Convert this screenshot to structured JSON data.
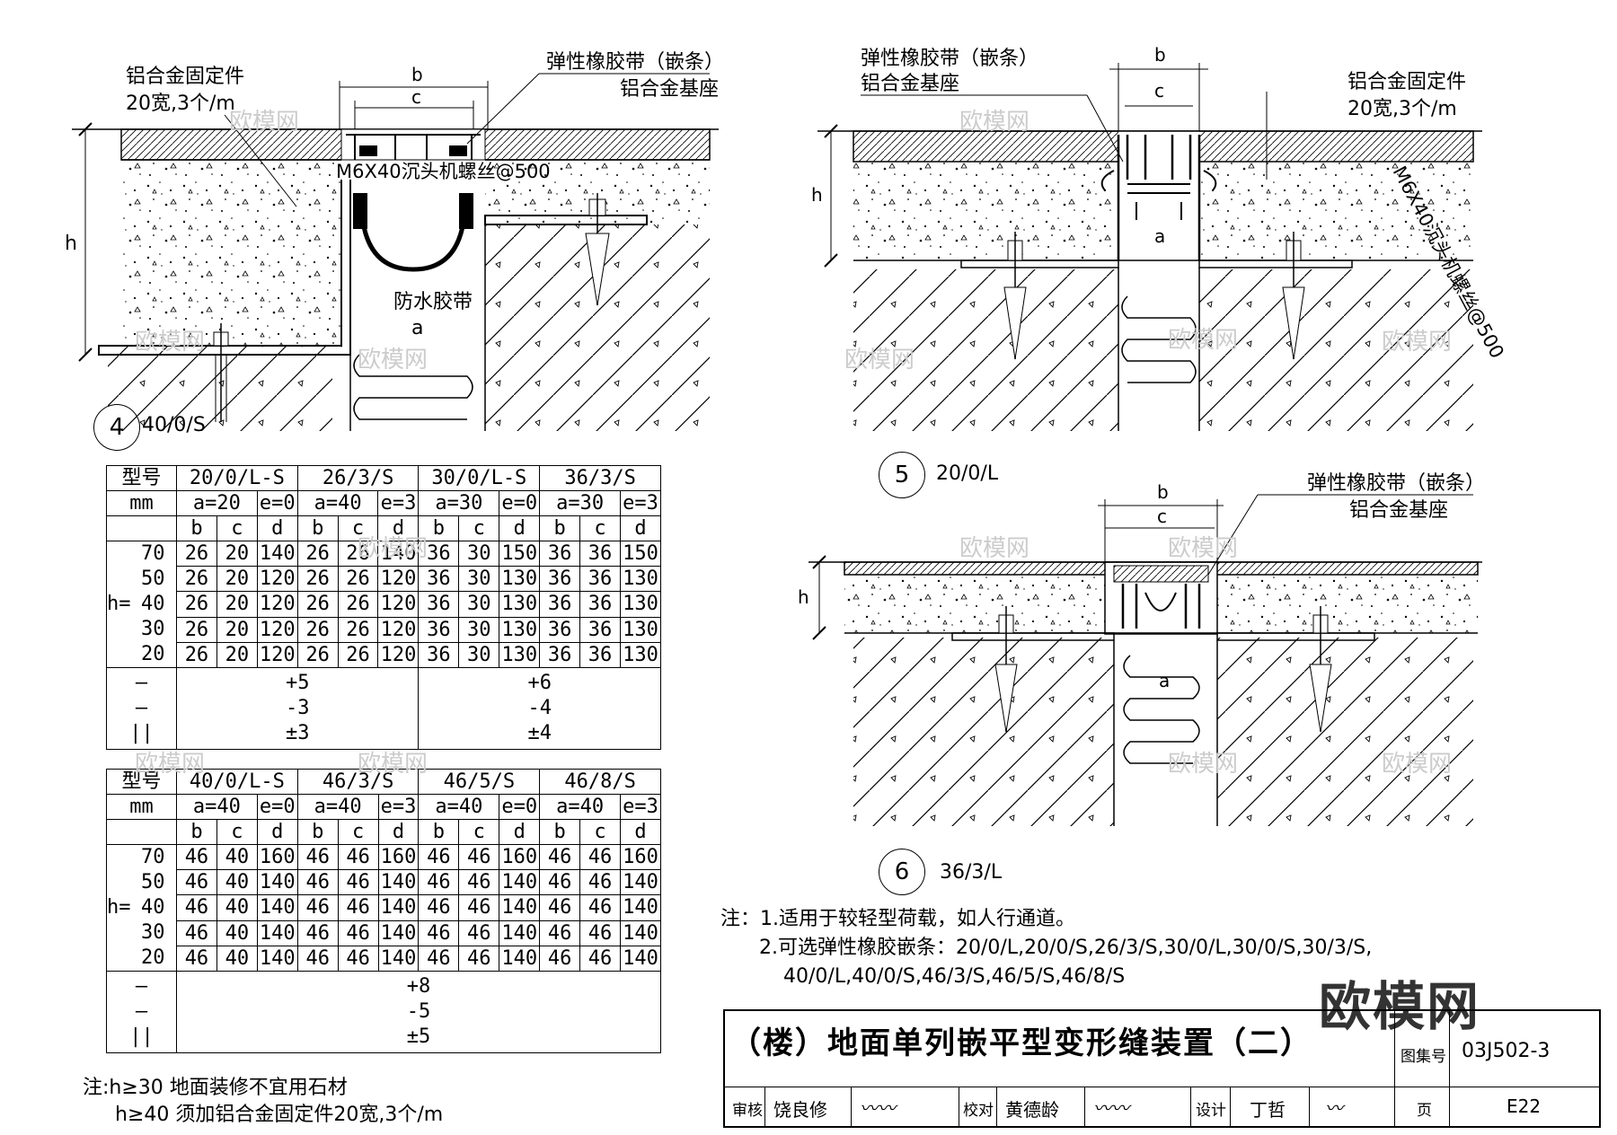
{
  "details": {
    "d4": {
      "num": "4",
      "model": "40/0/S"
    },
    "d5": {
      "num": "5",
      "model": "20/0/L"
    },
    "d6": {
      "num": "6",
      "model": "36/3/L"
    }
  },
  "labels": {
    "fixing_piece": "铝合金固定件",
    "fixing_spec": "20宽,3个/m",
    "rubber_strip": "弹性橡胶带（嵌条）",
    "alu_base": "铝合金基座",
    "screw": "M6X40沉头机螺丝@500",
    "waterproof": "防水胶带",
    "dim_b": "b",
    "dim_c": "c",
    "dim_h": "h",
    "dim_a": "a"
  },
  "table1": {
    "head_model": "型号",
    "head_mm": "mm",
    "models": [
      "20/0/L-S",
      "26/3/S",
      "30/0/L-S",
      "36/3/S"
    ],
    "params": [
      [
        "a=20",
        "e=0"
      ],
      [
        "a=40",
        "e=3"
      ],
      [
        "a=30",
        "e=0"
      ],
      [
        "a=30",
        "e=3"
      ]
    ],
    "cols": [
      "b",
      "c",
      "d"
    ],
    "h_label": "h=",
    "rows": [
      {
        "h": "70",
        "v": [
          "26",
          "20",
          "140",
          "26",
          "26",
          "140",
          "36",
          "30",
          "150",
          "36",
          "36",
          "150"
        ]
      },
      {
        "h": "50",
        "v": [
          "26",
          "20",
          "120",
          "26",
          "26",
          "120",
          "36",
          "30",
          "130",
          "36",
          "36",
          "130"
        ]
      },
      {
        "h": "40",
        "v": [
          "26",
          "20",
          "120",
          "26",
          "26",
          "120",
          "36",
          "30",
          "130",
          "36",
          "36",
          "130"
        ]
      },
      {
        "h": "30",
        "v": [
          "26",
          "20",
          "120",
          "26",
          "26",
          "120",
          "36",
          "30",
          "130",
          "36",
          "36",
          "130"
        ]
      },
      {
        "h": "20",
        "v": [
          "26",
          "20",
          "120",
          "26",
          "26",
          "120",
          "36",
          "30",
          "130",
          "36",
          "36",
          "130"
        ]
      }
    ],
    "tol_left": [
      "+5",
      "-3",
      "±3"
    ],
    "tol_right": [
      "+6",
      "-4",
      "±4"
    ]
  },
  "table2": {
    "head_model": "型号",
    "head_mm": "mm",
    "models": [
      "40/0/L-S",
      "46/3/S",
      "46/5/S",
      "46/8/S"
    ],
    "params": [
      [
        "a=40",
        "e=0"
      ],
      [
        "a=40",
        "e=3"
      ],
      [
        "a=40",
        "e=0"
      ],
      [
        "a=40",
        "e=3"
      ]
    ],
    "cols": [
      "b",
      "c",
      "d"
    ],
    "h_label": "h=",
    "rows": [
      {
        "h": "70",
        "v": [
          "46",
          "40",
          "160",
          "46",
          "46",
          "160",
          "46",
          "46",
          "160",
          "46",
          "46",
          "160"
        ]
      },
      {
        "h": "50",
        "v": [
          "46",
          "40",
          "140",
          "46",
          "46",
          "140",
          "46",
          "46",
          "140",
          "46",
          "46",
          "140"
        ]
      },
      {
        "h": "40",
        "v": [
          "46",
          "40",
          "140",
          "46",
          "46",
          "140",
          "46",
          "46",
          "140",
          "46",
          "46",
          "140"
        ]
      },
      {
        "h": "30",
        "v": [
          "46",
          "40",
          "140",
          "46",
          "46",
          "140",
          "46",
          "46",
          "140",
          "46",
          "46",
          "140"
        ]
      },
      {
        "h": "20",
        "v": [
          "46",
          "40",
          "140",
          "46",
          "46",
          "140",
          "46",
          "46",
          "140",
          "46",
          "46",
          "140"
        ]
      }
    ],
    "tol": [
      "+8",
      "-5",
      "±5"
    ]
  },
  "notes_main": {
    "line1": "注：1.适用于较轻型荷载，如人行通道。",
    "line2": "2.可选弹性橡胶嵌条：20/0/L,20/0/S,26/3/S,30/0/L,30/0/S,30/3/S,",
    "line3": "40/0/L,40/0/S,46/3/S,46/5/S,46/8/S"
  },
  "notes_table": {
    "line1": "注:h≥30 地面装修不宜用石材",
    "line2": "h≥40 须加铝合金固定件20宽,3个/m"
  },
  "title_block": {
    "title": "（楼）地面单列嵌平型变形缝装置（二）",
    "atlas_label": "图集号",
    "atlas_no": "03J502-3",
    "review_label": "审核",
    "reviewer": "饶良修",
    "check_label": "校对",
    "checker": "黄德龄",
    "design_label": "设计",
    "designer": "丁哲",
    "page_label": "页",
    "page_no": "E22"
  },
  "logo": "欧模网",
  "watermark": "欧模网"
}
